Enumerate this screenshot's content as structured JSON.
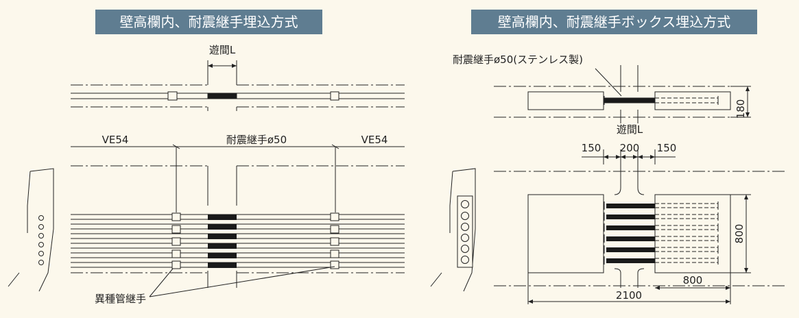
{
  "titles": {
    "left": "壁高欄内、耐震継手埋込方式",
    "right": "壁高欄内、耐震継手ボックス埋込方式"
  },
  "left": {
    "gap_label": "遊間L",
    "ve54_left": "VE54",
    "ve54_right": "VE54",
    "joint_label": "耐震継手ø50",
    "coupling_label": "異種管継手"
  },
  "right": {
    "joint_label": "耐震継手ø50(ステンレス製)",
    "gap_label": "遊間L",
    "dim_150_left": "150",
    "dim_200": "200",
    "dim_150_right": "150",
    "dim_180": "180",
    "dim_800_v": "800",
    "dim_800_h": "800",
    "dim_2100": "2100"
  },
  "colors": {
    "background": "#fcf8ec",
    "title_box": "#5f7d91",
    "line": "#222222",
    "joint": "#1a1a1a"
  }
}
